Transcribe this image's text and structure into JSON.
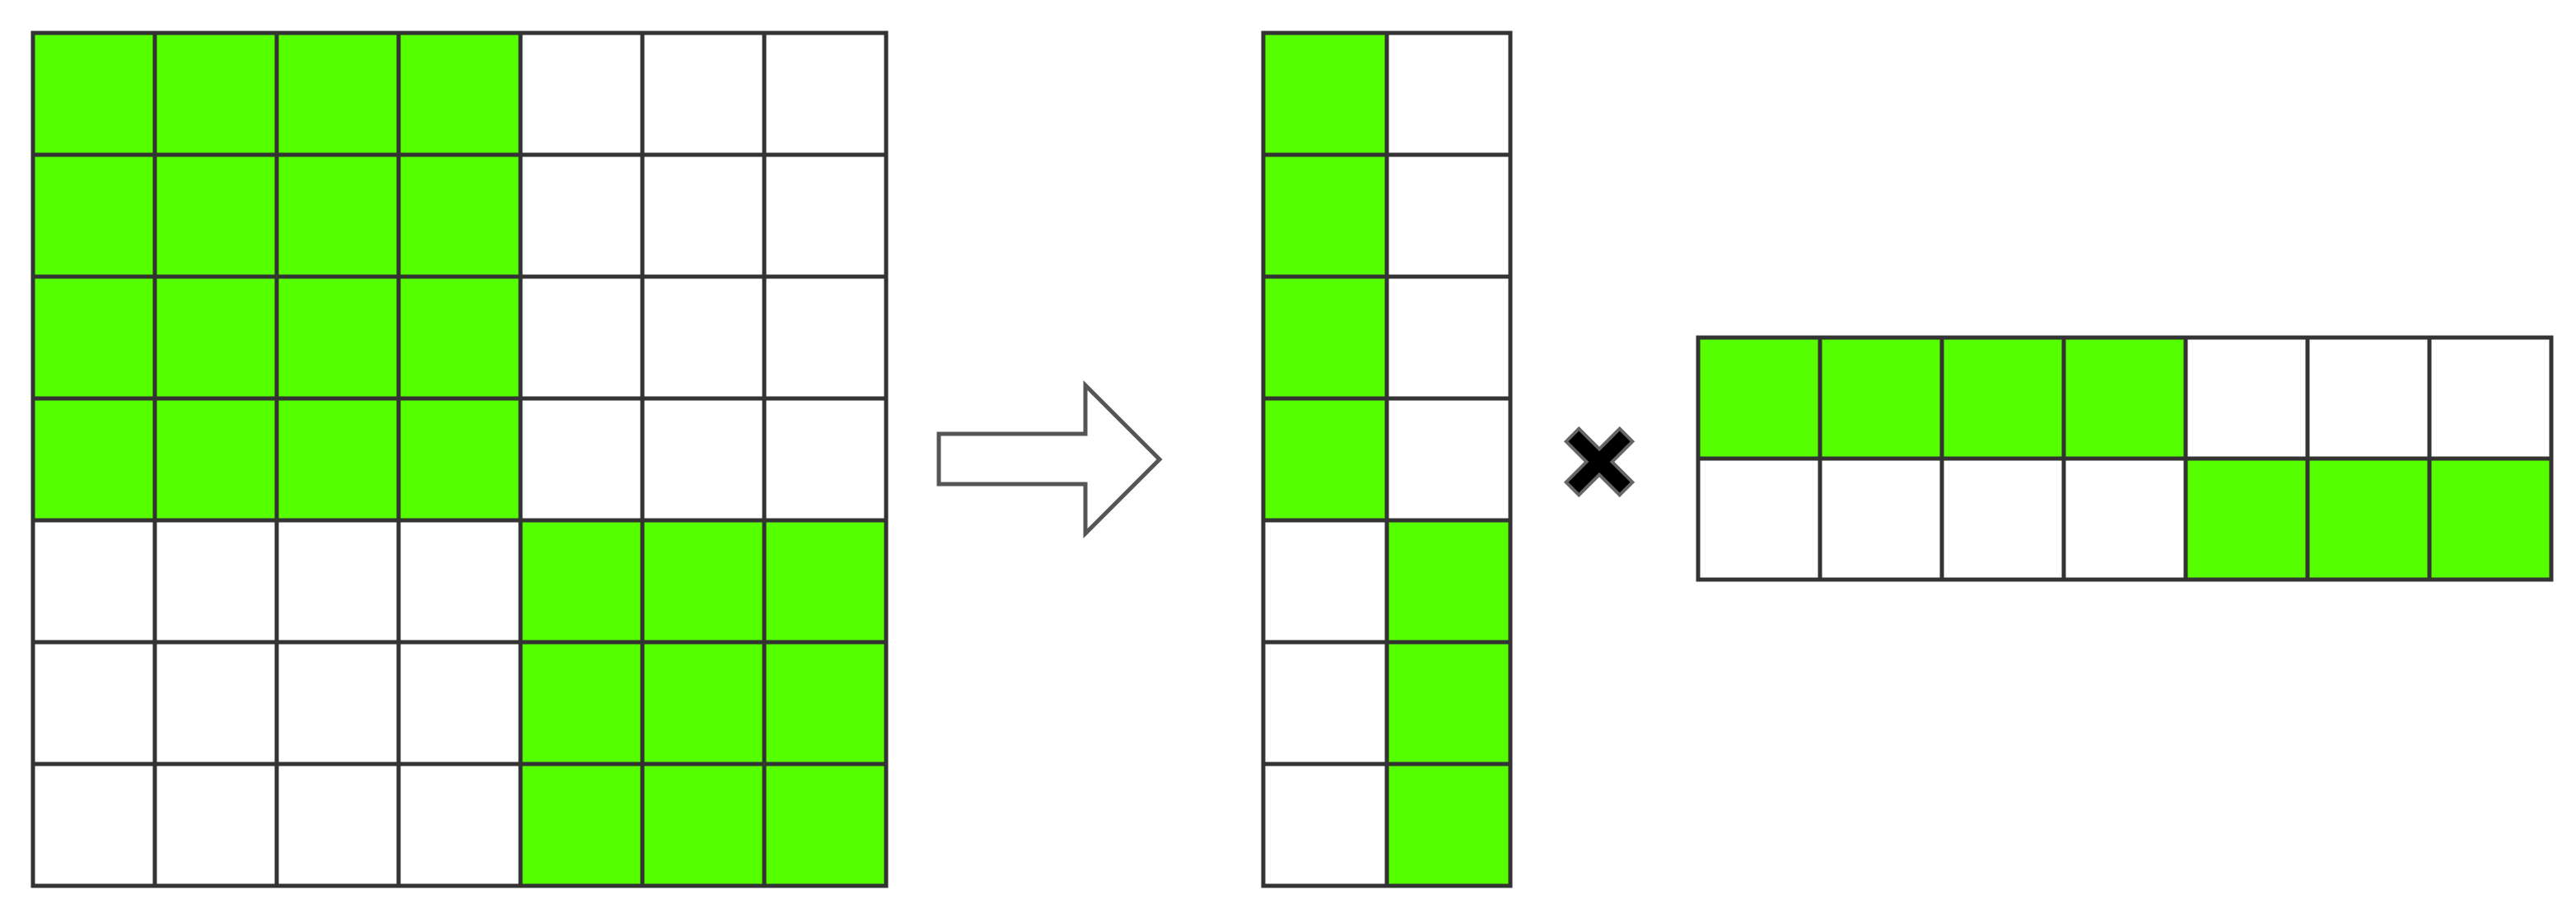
{
  "colors": {
    "filled": "#55ff00",
    "empty": "#ffffff",
    "grid_line": "#333333",
    "arrow_stroke": "#555555",
    "multiply_fill": "#000000",
    "multiply_stroke": "#666666"
  },
  "icons": {
    "arrow": "right-arrow-icon",
    "operator": "multiply-icon"
  },
  "matrices": [
    {
      "name": "block-matrix",
      "cells": [
        [
          1,
          1,
          1,
          1,
          0,
          0,
          0
        ],
        [
          1,
          1,
          1,
          1,
          0,
          0,
          0
        ],
        [
          1,
          1,
          1,
          1,
          0,
          0,
          0
        ],
        [
          1,
          1,
          1,
          1,
          0,
          0,
          0
        ],
        [
          0,
          0,
          0,
          0,
          1,
          1,
          1
        ],
        [
          0,
          0,
          0,
          0,
          1,
          1,
          1
        ],
        [
          0,
          0,
          0,
          0,
          1,
          1,
          1
        ]
      ]
    },
    {
      "name": "left-factor-matrix",
      "cells": [
        [
          1,
          0
        ],
        [
          1,
          0
        ],
        [
          1,
          0
        ],
        [
          1,
          0
        ],
        [
          0,
          1
        ],
        [
          0,
          1
        ],
        [
          0,
          1
        ]
      ]
    },
    {
      "name": "right-factor-matrix",
      "cells": [
        [
          1,
          1,
          1,
          1,
          0,
          0,
          0
        ],
        [
          0,
          0,
          0,
          0,
          1,
          1,
          1
        ]
      ]
    }
  ]
}
